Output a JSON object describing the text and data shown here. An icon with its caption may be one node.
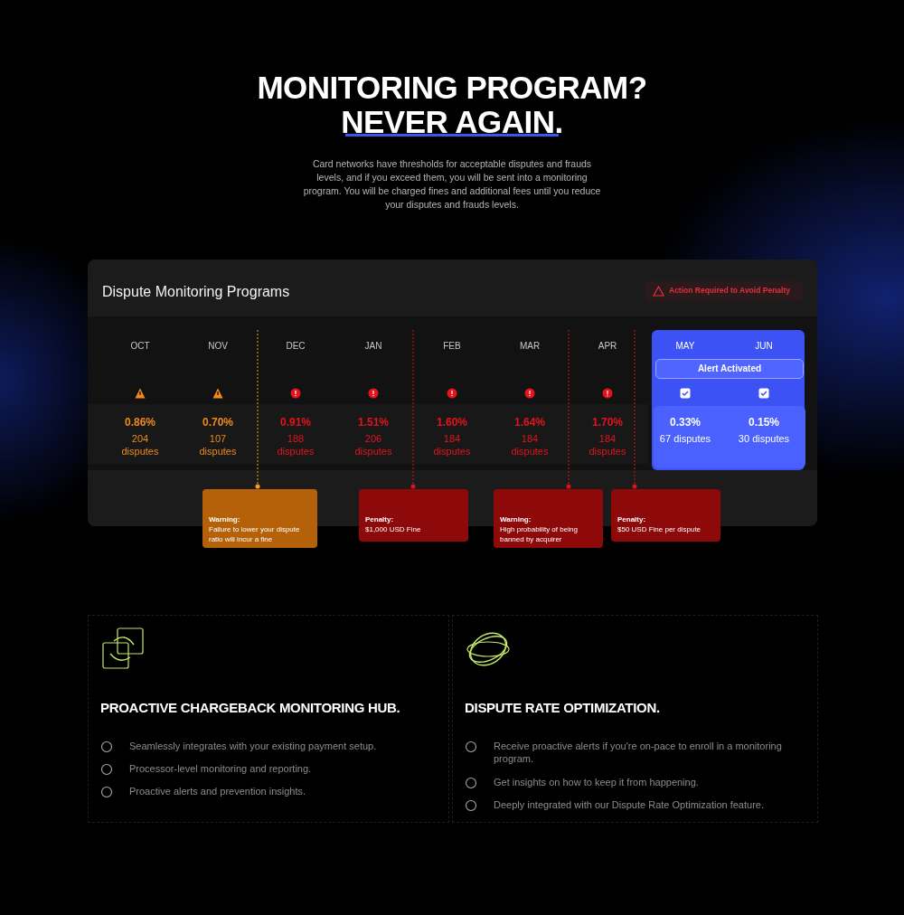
{
  "diagram": {
    "title": "MONITORING PROGRAM? NEVER AGAIN.",
    "nodes": [
      {
        "text": [
          "Dispute Monitoring Programs"
        ]
      },
      {
        "text": [
          "Action Required to Avoid Penalty"
        ],
        "in": 0
      },
      {
        "text": [
          "OCT",
          "0.86%",
          "204 disputes"
        ],
        "in": 0
      },
      {
        "text": [
          "NOV",
          "0.70%",
          "107 disputes"
        ],
        "in": 0
      },
      {
        "text": [
          "DEC",
          "0.91%",
          "188 disputes"
        ],
        "in": 0
      },
      {
        "text": [
          "JAN",
          "1.51%",
          "206 disputes"
        ],
        "in": 0
      },
      {
        "text": [
          "FEB",
          "1.60%",
          "184 disputes"
        ],
        "in": 0
      },
      {
        "text": [
          "MAR",
          "1.64%",
          "184 disputes"
        ],
        "in": 0
      },
      {
        "text": [
          "APR",
          "1.70%",
          "184 disputes"
        ],
        "in": 0
      },
      {
        "text": [
          "Alert Activated"
        ],
        "in": 0
      },
      {
        "text": [
          "MAY",
          "0.33%",
          "67 disputes"
        ],
        "in": 9
      },
      {
        "text": [
          "JUN",
          "0.15%",
          "30 disputes"
        ],
        "in": 9
      },
      {
        "text": [
          "Warning:",
          "Failure to lower your dispute ratio will incur a fine"
        ]
      },
      {
        "text": [
          "Penalty:",
          "$1,000 USD Fine"
        ]
      },
      {
        "text": [
          "Warning:",
          "High probability of being banned by acquirer"
        ]
      },
      {
        "text": [
          "Penalty:",
          "$50 USD Fine per dispute"
        ]
      },
      {
        "text": [
          "PROACTIVE CHARGEBACK MONITORING HUB.",
          "Seamlessly integrates with your existing payment setup.",
          "Processor-level monitoring and reporting.",
          "Proactive alerts and prevention insights."
        ]
      },
      {
        "text": [
          "DISPUTE RATE OPTIMIZATION.",
          "Receive proactive alerts if you're on-pace to enroll in a monitoring program.",
          "Get insights on how to keep it from happening.",
          "Deeply integrated with our Dispute Rate Optimization feature."
        ]
      }
    ],
    "edges": [
      {
        "from": null,
        "to": 12,
        "arrow": "other",
        "style": "dashed",
        "color": "#f0a020"
      },
      {
        "from": null,
        "to": 13,
        "arrow": "other",
        "style": "dashed"
      },
      {
        "from": null,
        "to": 14,
        "arrow": "other",
        "style": "dashed"
      },
      {
        "from": null,
        "to": 15,
        "arrow": "other",
        "style": "dashed"
      }
    ],
    "labels": [
      "Card networks have thresholds for acceptable disputes and frauds levels, and if you exceed them, you will be sent into a monitoring program. You will be charged fines and additional fees until you reduce your disputes and frauds levels."
    ]
  }
}
